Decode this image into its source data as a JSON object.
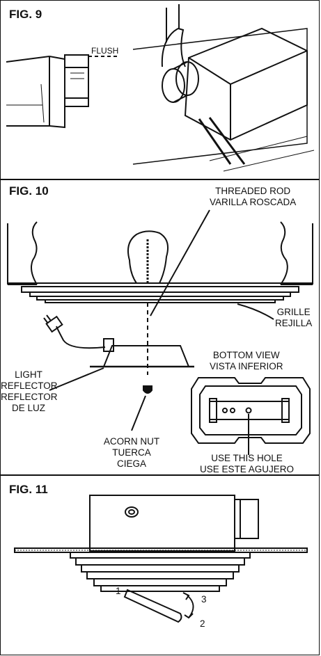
{
  "fig9": {
    "title": "FIG. 9",
    "flush_label": "FLUSH"
  },
  "fig10": {
    "title": "FIG. 10",
    "rod": [
      "THREADED ROD",
      "VARILLA ROSCADA"
    ],
    "grille": [
      "GRILLE",
      "REJILLA"
    ],
    "bottom_view": [
      "BOTTOM VIEW",
      "VISTA INFERIOR"
    ],
    "reflector": [
      "LIGHT",
      "REFLECTOR",
      "REFLECTOR",
      "DE LUZ"
    ],
    "acorn": [
      "ACORN NUT",
      "TUERCA",
      "CIEGA"
    ],
    "hole": [
      "USE THIS HOLE",
      "USE ESTE AGUJERO"
    ]
  },
  "fig11": {
    "title": "FIG. 11",
    "step1": "1",
    "step2": "2",
    "step3": "3"
  }
}
